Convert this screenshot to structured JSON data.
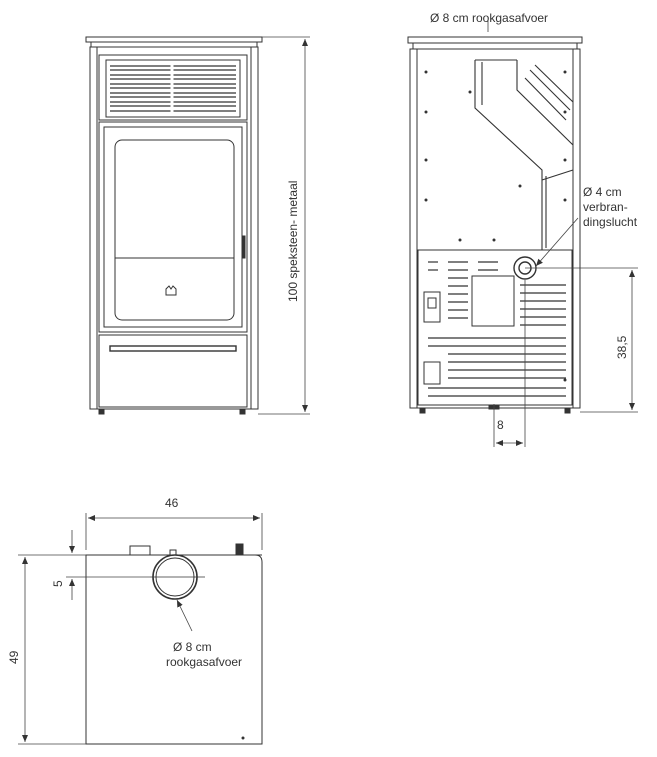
{
  "labels": {
    "flue_top": "Ø 8 cm rookgasafvoer",
    "height_total": "100 speksteen- metaal",
    "air_intake_line1": "Ø 4 cm",
    "air_intake_line2": "verbran-",
    "air_intake_line3": "dingslucht",
    "air_intake_height": "38,5",
    "air_intake_offset": "8",
    "width_total": "46",
    "flue_offset": "5",
    "depth_total": "49",
    "flue_top_view_line1": "Ø 8 cm",
    "flue_top_view_line2": "rookgasafvoer"
  },
  "colors": {
    "line": "#333333",
    "dim": "#444444"
  }
}
